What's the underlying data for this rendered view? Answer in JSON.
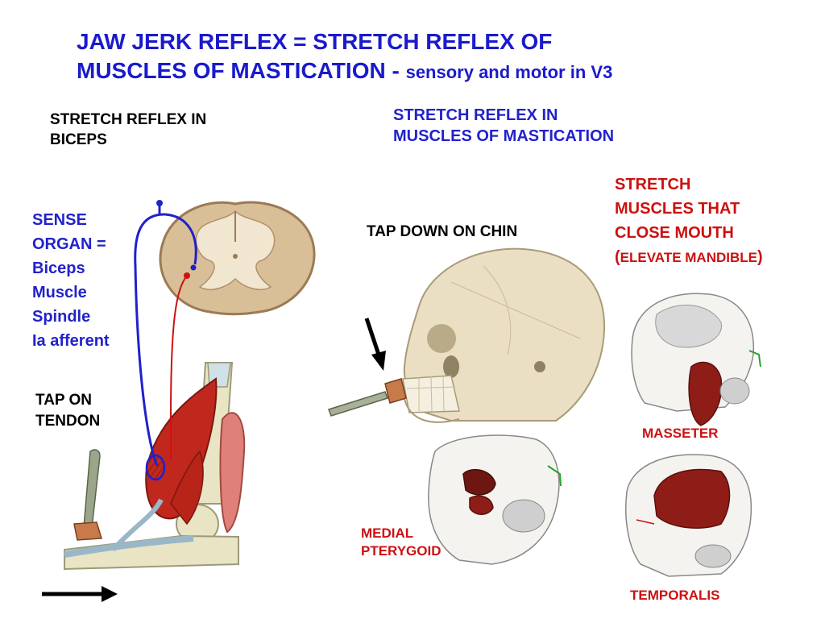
{
  "title": {
    "line1": "JAW JERK REFLEX = STRETCH REFLEX OF",
    "line2_main": "MUSCLES OF MASTICATION - ",
    "line2_small": "sensory and motor in V3"
  },
  "left": {
    "heading_line1": "STRETCH REFLEX IN",
    "heading_line2": "BICEPS",
    "sense_organ": [
      "SENSE",
      "ORGAN =",
      "Biceps",
      "Muscle",
      "Spindle",
      "Ia afferent"
    ],
    "tap_line1": "TAP ON",
    "tap_line2": "TENDON"
  },
  "right": {
    "heading_line1": "STRETCH REFLEX IN",
    "heading_line2": "MUSCLES OF MASTICATION",
    "tap_chin": "TAP DOWN ON CHIN",
    "stretch": [
      "STRETCH",
      "MUSCLES THAT",
      "CLOSE MOUTH"
    ],
    "elevate_paren_open": "(",
    "elevate_text": "ELEVATE MANDIBLE",
    "elevate_paren_close": ")",
    "masseter": "MASSETER",
    "medial_line1": "MEDIAL",
    "medial_line2": "PTERYGOID",
    "temporalis": "TEMPORALIS"
  },
  "colors": {
    "title_blue": "#1a1acc",
    "label_red": "#cc1111",
    "afferent_blue": "#2020cc",
    "muscle_red": "#c0281e",
    "bone": "#e4dcc0",
    "spinal_cord": "#d2b48c"
  },
  "icons": [
    "spinal-cord-section",
    "arm-with-biceps",
    "reflex-hammer",
    "skull-profile",
    "masseter-muscle",
    "temporalis-muscle",
    "medial-pterygoid-muscle",
    "arrow-right",
    "arrow-down"
  ]
}
